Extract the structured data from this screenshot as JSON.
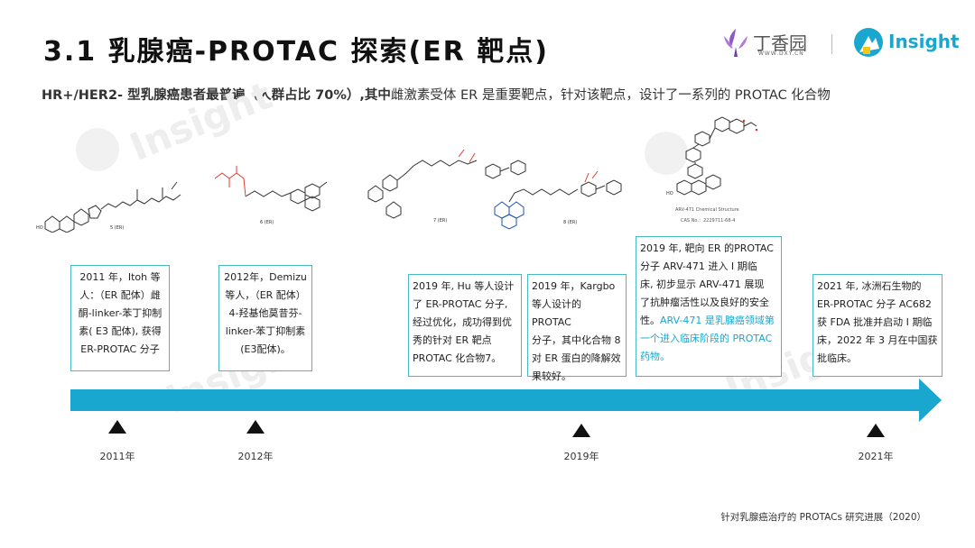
{
  "title": "3.1 乳腺癌-PROTAC 探索(ER 靶点)",
  "subtitle": {
    "bold": "HR+/HER2- 型乳腺癌患者最普遍（人群占比 70%）,其中",
    "rest": "雌激素受体 ER 是重要靶点，针对该靶点，设计了一系列的 PROTAC 化合物"
  },
  "logos": {
    "dxy_name": "丁香园",
    "dxy_url": "WWW.DXY.CN",
    "insight": "Insight"
  },
  "watermark": "Insight",
  "structures": {
    "s5": "5 (ER)",
    "s6": "6 (ER)",
    "s7": "7 (ER)",
    "s8": "8 (ER)",
    "arv_caption": "ARV-471 Chemical Structure",
    "arv_cas": "CAS No.：2229711-68-4"
  },
  "boxes": [
    {
      "lines": [
        "2011 年，Itoh 等",
        "人：（ER 配体）雌",
        "酮-linker-苯丁抑制",
        "素( E3 配体), 获得",
        "ER-PROTAC 分子"
      ]
    },
    {
      "lines": [
        "2012年，Demizu",
        "等人，（ER 配体）",
        "4-羟基他莫昔芬-",
        "linker-苯丁抑制素",
        "(E3配体)。"
      ]
    },
    {
      "lines": [
        "2019 年, Hu 等人设计",
        "了 ER-PROTAC 分子,",
        "经过优化，成功得到优",
        "秀的针对 ER 靶点",
        "PROTAC 化合物7。"
      ]
    },
    {
      "lines": [
        "2019 年，Kargbo",
        "等人设计的 PROTAC",
        "分子，其中化合物 8",
        "对 ER 蛋白的降解效",
        "果较好。"
      ]
    },
    {
      "lines": [
        "2019 年, 靶向 ER 的PROTAC",
        "分子 ARV-471 进入 I 期临",
        "床, 初步显示 ARV-471 展现",
        "了抗肿瘤活性以及良好的安全",
        "性。"
      ],
      "highlight": [
        "ARV-471 是乳腺癌领域第",
        "一个进入临床阶段的 PROTAC",
        "药物。"
      ]
    },
    {
      "lines": [
        "2021 年, 冰洲石生物的",
        "ER-PROTAC 分子 AC682",
        "获 FDA 批准并启动 I 期临",
        "床，2022 年 3 月在中国获",
        "批临床。"
      ]
    }
  ],
  "years": [
    "2011年",
    "2012年",
    "2019年",
    "2021年"
  ],
  "source": "针对乳腺癌治疗的 PROTACs 研究进展（2020）",
  "colors": {
    "accent": "#1aa7cf",
    "box_border": "#48b8c9",
    "red": "#e03c2d"
  }
}
